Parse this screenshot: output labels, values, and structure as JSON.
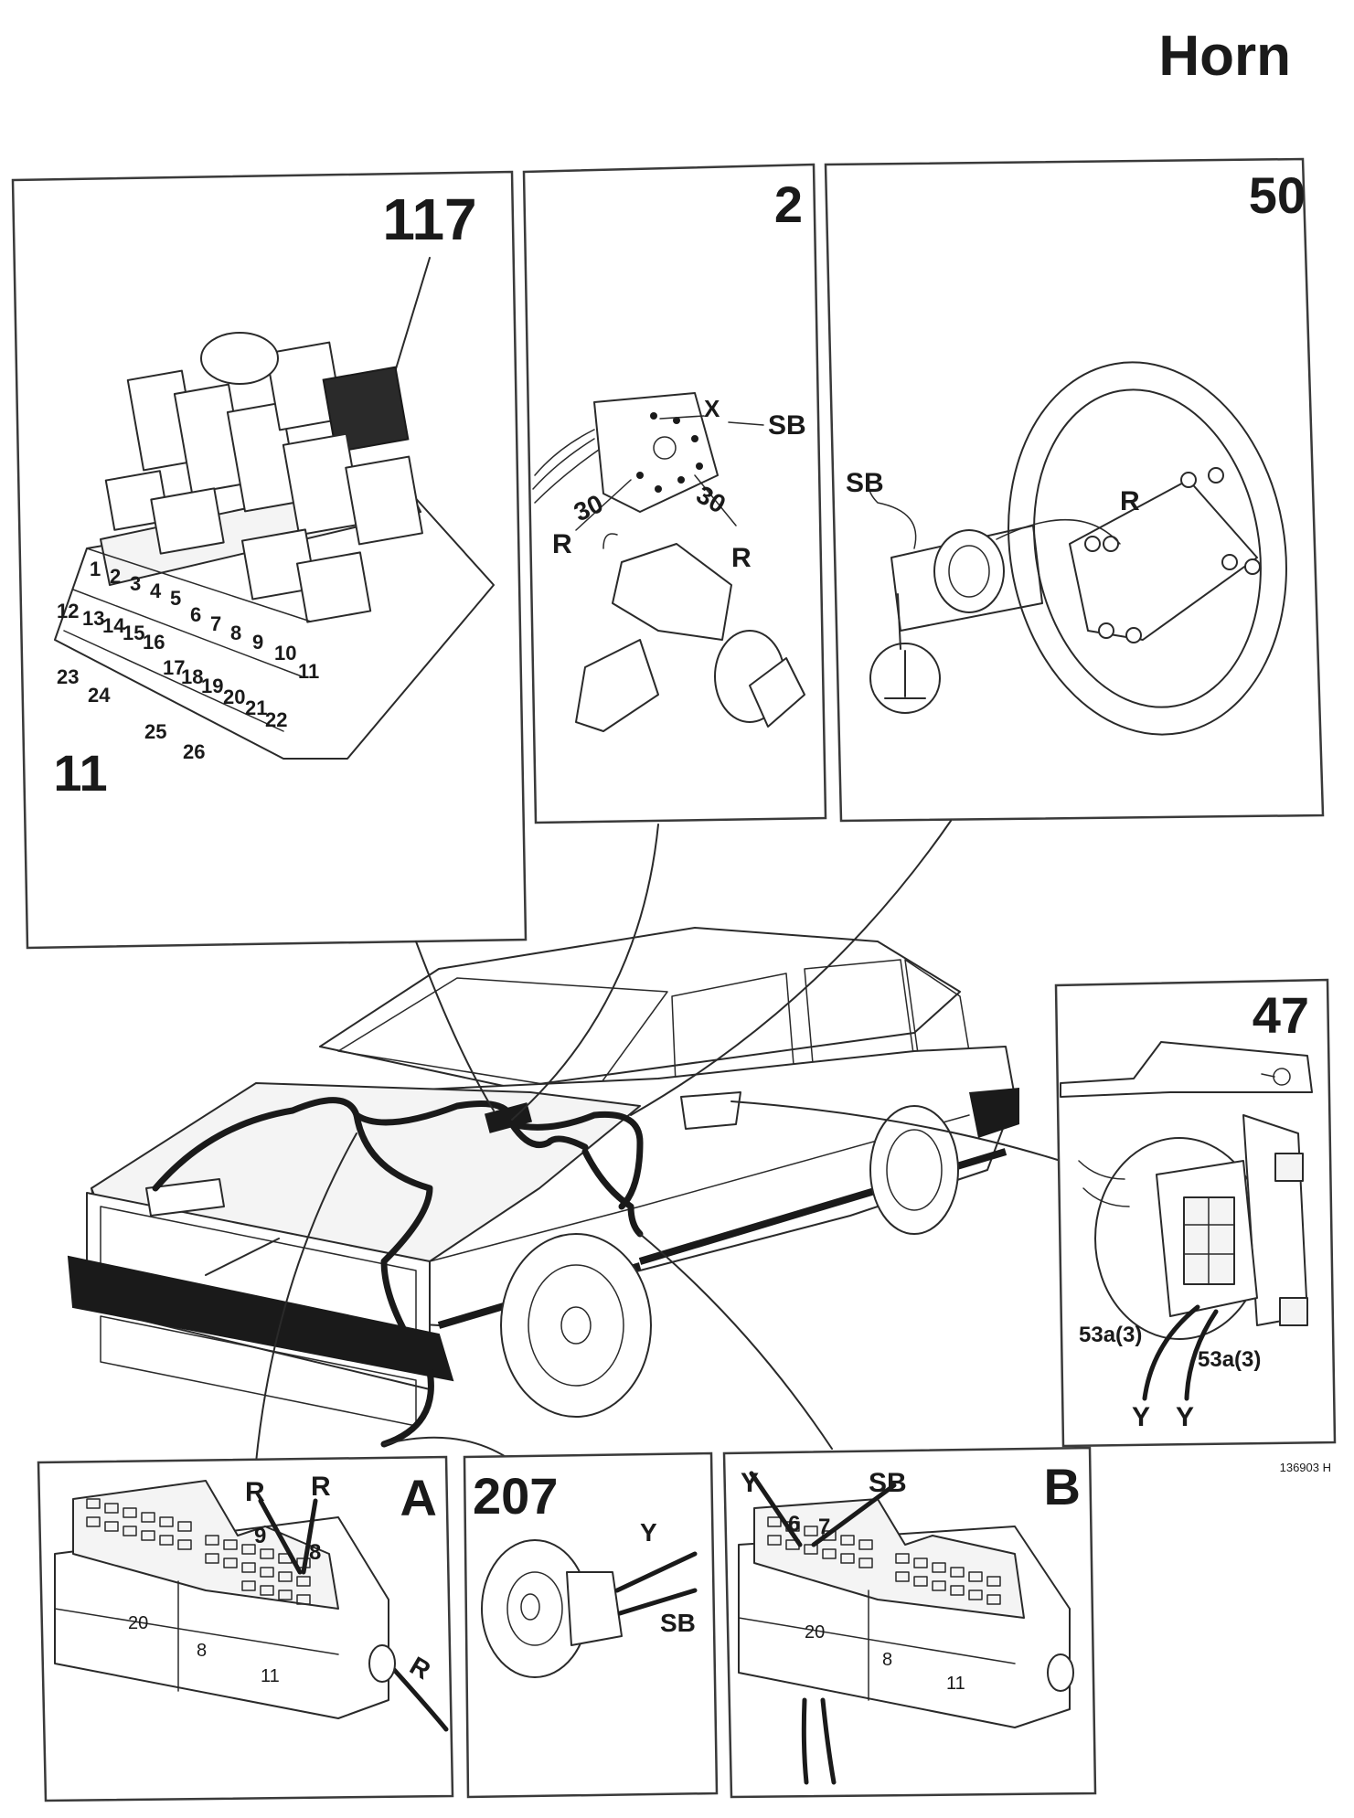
{
  "title": "Horn",
  "ref_code": "136903 H",
  "panels": {
    "fuse_box": {
      "relay_number": "117",
      "fuse_box_number": "11",
      "fuse_numbers": [
        "1",
        "2",
        "3",
        "4",
        "5",
        "6",
        "7",
        "8",
        "9",
        "10",
        "11",
        "12",
        "13",
        "14",
        "15",
        "16",
        "17",
        "18",
        "19",
        "20",
        "21",
        "22",
        "23",
        "24",
        "25",
        "26"
      ]
    },
    "ignition_switch": {
      "number": "2",
      "labels": {
        "x": "X",
        "sb": "SB",
        "r_left": "R",
        "r_right": "R",
        "t30_left": "30",
        "t30_right": "30"
      }
    },
    "steering_wheel": {
      "number": "50",
      "labels": {
        "sb": "SB",
        "r": "R"
      }
    },
    "stalk_switch": {
      "number": "47",
      "labels": {
        "t53a_left": "53a(3)",
        "t53a_right": "53a(3)",
        "y_left": "Y",
        "y_right": "Y"
      }
    },
    "connector_a": {
      "letter": "A",
      "labels": {
        "r1": "R",
        "r2": "R",
        "pin9": "9",
        "pin8": "8",
        "r_out": "R",
        "block20": "20",
        "block8": "8",
        "block11": "11"
      }
    },
    "horn": {
      "number": "207",
      "labels": {
        "y": "Y",
        "sb": "SB"
      }
    },
    "connector_b": {
      "letter": "B",
      "labels": {
        "y": "Y",
        "sb": "SB",
        "pin6": "6",
        "pin7": "7",
        "block20": "20",
        "block8": "8",
        "block11": "11"
      }
    }
  },
  "colors": {
    "ink": "#1a1a1a",
    "relay_highlight": "#2a2a2a",
    "paper": "#ffffff"
  }
}
